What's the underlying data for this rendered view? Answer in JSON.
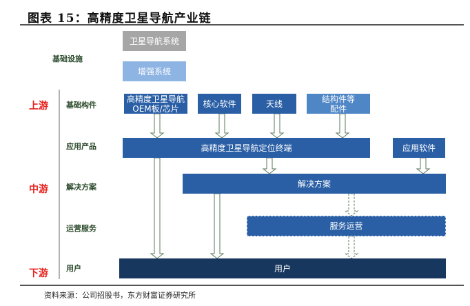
{
  "title": "图表 15：高精度卫星导航产业链",
  "stages": {
    "upstream": "上游",
    "midstream": "中游",
    "downstream": "下游"
  },
  "layers": {
    "infrastructure": "基础设施",
    "components": "基础构件",
    "products": "应用产品",
    "solutions": "解决方案",
    "services": "运营服务",
    "users": "用户"
  },
  "boxes": {
    "sat_nav_system": "卫星导航系统",
    "augmentation_system": "增强系统",
    "oem_board_line1": "高精度卫星导航",
    "oem_board_line2": "OEM板/芯片",
    "core_software": "核心软件",
    "antenna": "天线",
    "structure_line1": "结构件等",
    "structure_line2": "配件",
    "terminal": "高精度卫星导航定位终端",
    "app_software": "应用软件",
    "solution": "解决方案",
    "service_ops": "服务运营",
    "user": "用户"
  },
  "colors": {
    "grey": "#a6a6a6",
    "light_blue": "#8eb4e3",
    "mid_blue": "#4f86c6",
    "blue": "#2a5fa6",
    "navy": "#17375e",
    "stage_red": "#e8201c"
  },
  "source": "资料来源：公司招股书，东方财富证券研究所"
}
